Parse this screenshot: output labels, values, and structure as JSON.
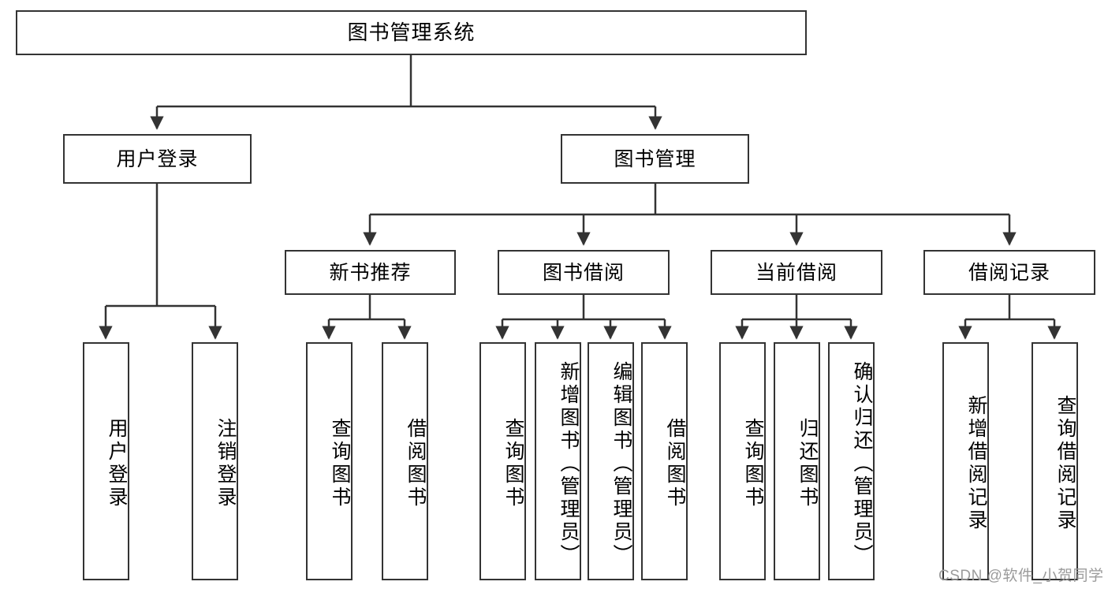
{
  "diagram": {
    "title_node": {
      "label": "图书管理系统"
    },
    "level2": [
      {
        "id": "user-login",
        "label": "用户登录"
      },
      {
        "id": "book-management",
        "label": "图书管理"
      }
    ],
    "level3": [
      {
        "id": "new-book-recommend",
        "label": "新书推荐"
      },
      {
        "id": "book-borrow",
        "label": "图书借阅"
      },
      {
        "id": "current-borrow",
        "label": "当前借阅"
      },
      {
        "id": "borrow-record",
        "label": "借阅记录"
      }
    ],
    "leaves": [
      {
        "id": "leaf-user-login",
        "label": "用户登录"
      },
      {
        "id": "leaf-logout-login",
        "label": "注销登录"
      },
      {
        "id": "leaf-query-book-1",
        "label": "查询图书"
      },
      {
        "id": "leaf-borrow-book-1",
        "label": "借阅图书"
      },
      {
        "id": "leaf-query-book-2",
        "label": "查询图书"
      },
      {
        "id": "leaf-add-book-admin",
        "label": "新增图书（管理员）"
      },
      {
        "id": "leaf-edit-book-admin",
        "label": "编辑图书（管理员）"
      },
      {
        "id": "leaf-borrow-book-2",
        "label": "借阅图书"
      },
      {
        "id": "leaf-query-book-3",
        "label": "查询图书"
      },
      {
        "id": "leaf-return-book",
        "label": "归还图书"
      },
      {
        "id": "leaf-confirm-return-admin",
        "label": "确认归还（管理员）"
      },
      {
        "id": "leaf-add-borrow-record",
        "label": "新增借阅记录"
      },
      {
        "id": "leaf-query-borrow-record",
        "label": "查询借阅记录"
      }
    ],
    "watermark": {
      "text": "CSDN @软件_小贺同学"
    },
    "colors": {
      "border": "#333333",
      "background": "#ffffff",
      "text": "#000000",
      "watermark": "#9b9b9b"
    }
  }
}
